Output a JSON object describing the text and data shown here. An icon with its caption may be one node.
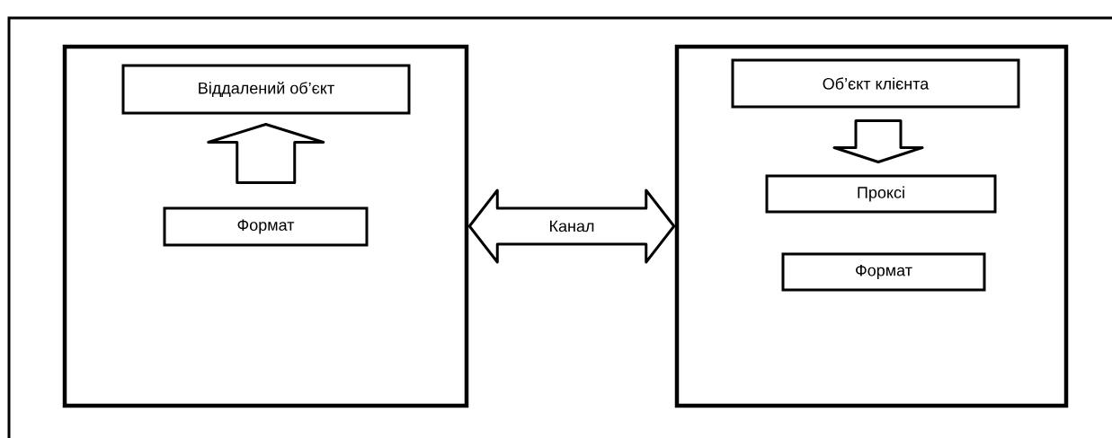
{
  "diagram": {
    "nodes": [
      {
        "text": [],
        "shape": "box"
      },
      {
        "text": [
          "Віддалений об’єкт"
        ],
        "in": 0
      },
      {
        "text": [
          "Формат"
        ],
        "in": 0
      },
      {
        "text": [],
        "shape": "box"
      },
      {
        "text": [
          "Об’єкт клієнта"
        ],
        "in": 3
      },
      {
        "text": [
          "Проксі"
        ],
        "in": 3
      },
      {
        "text": [
          "Формат"
        ],
        "in": 3
      }
    ],
    "edges": [
      {
        "from": 2,
        "to": 1,
        "arrow": "to"
      },
      {
        "from": 4,
        "to": 5,
        "arrow": "to"
      },
      {
        "from": 0,
        "to": 3,
        "arrow": "both",
        "label": "Канал"
      }
    ]
  }
}
